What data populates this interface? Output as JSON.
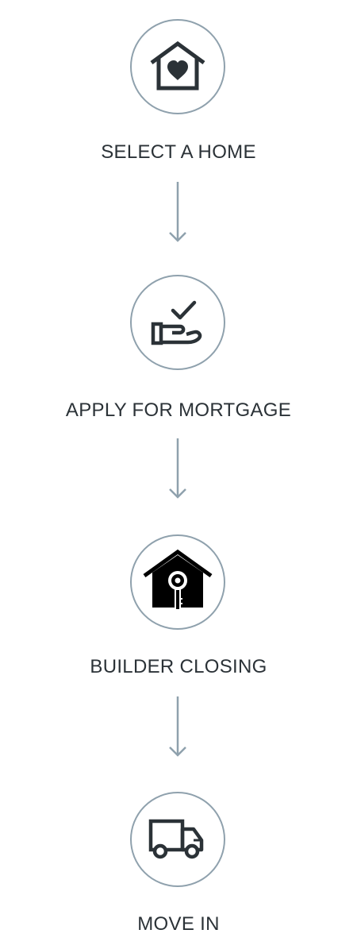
{
  "steps": [
    {
      "label": "SELECT A HOME",
      "icon": "house-heart-icon"
    },
    {
      "label": "APPLY FOR MORTGAGE",
      "icon": "hand-check-icon"
    },
    {
      "label": "BUILDER CLOSING",
      "icon": "house-key-icon"
    },
    {
      "label": "MOVE IN",
      "icon": "truck-icon"
    }
  ],
  "colors": {
    "circle_border": "#8fa1ad",
    "arrow": "#8fa1ad",
    "text": "#2b3237",
    "icon": "#2b3237"
  }
}
